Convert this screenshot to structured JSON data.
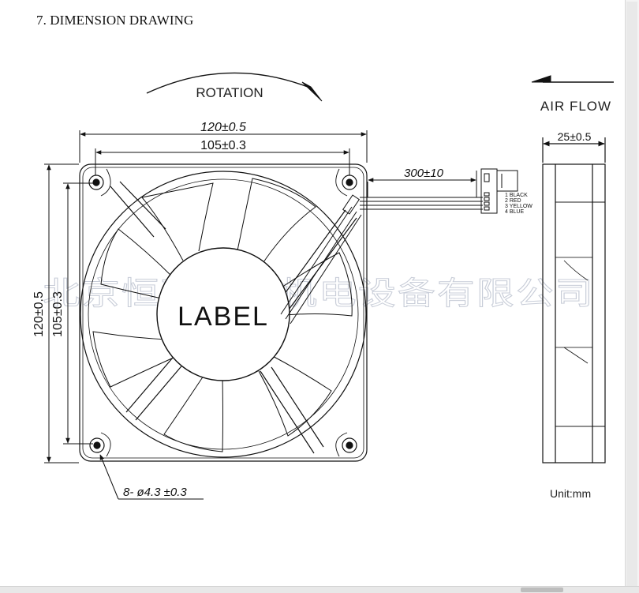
{
  "heading": "7. DIMENSION DRAWING",
  "drawing": {
    "rotation_label": "ROTATION",
    "airflow_label": "AIR FLOW",
    "label_text": "LABEL",
    "dim_outer_width": "120±0.5",
    "dim_hole_width": "105±0.3",
    "dim_outer_height": "120±0.5",
    "dim_hole_height": "105±0.3",
    "dim_cable": "300±10",
    "dim_thickness": "25±0.5",
    "dim_holes": "8- ø4.3 ±0.3",
    "wires": [
      "1 BLACK",
      "2 RED",
      "3 YELLOW",
      "4 BLUE"
    ],
    "unit": "Unit:mm",
    "watermark": "北京恒瑞凌晨机电设备有限公司"
  }
}
